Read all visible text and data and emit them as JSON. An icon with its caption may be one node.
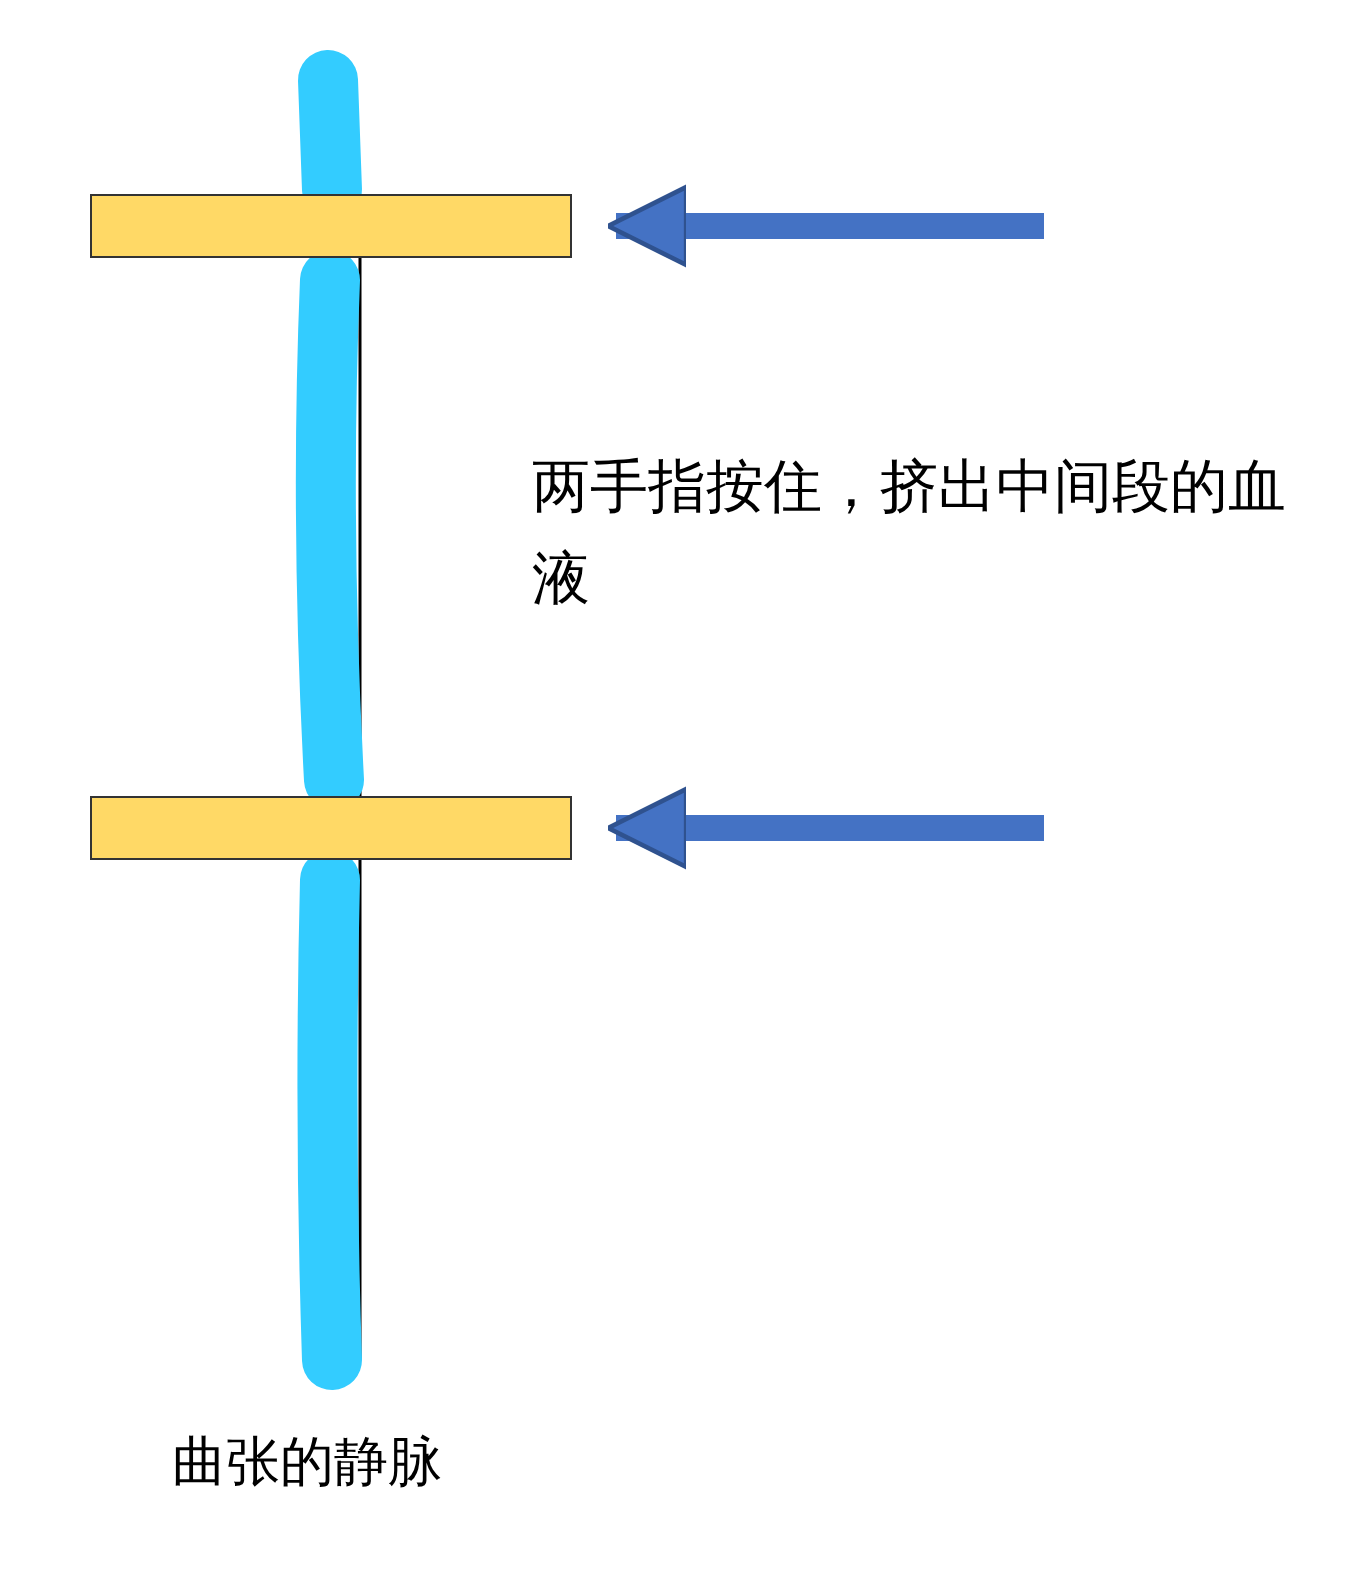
{
  "diagram": {
    "nodes": [
      {
        "text": [],
        "shape": "bar"
      },
      {
        "text": [],
        "shape": "bar"
      }
    ],
    "edges": [
      {
        "from": null,
        "to": 0,
        "arrow": "to"
      },
      {
        "from": null,
        "to": 1,
        "arrow": "to"
      }
    ],
    "labels": [
      "两手指按住，挤出中间段的血液",
      "曲张的静脉"
    ]
  }
}
